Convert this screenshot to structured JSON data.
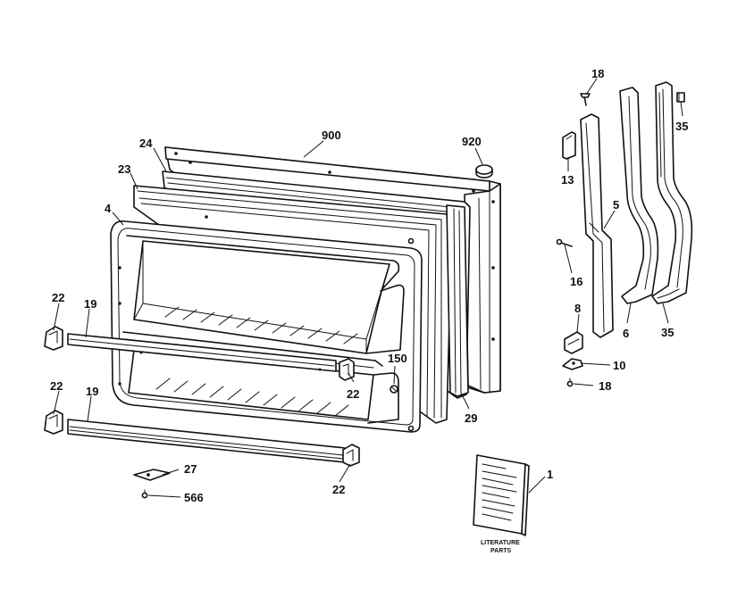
{
  "diagram": {
    "parts": [
      {
        "id": "p900",
        "label": "900",
        "name": "outer door panel"
      },
      {
        "id": "p920",
        "label": "920",
        "name": "plug button"
      },
      {
        "id": "p24",
        "label": "24",
        "name": "door gasket"
      },
      {
        "id": "p23",
        "label": "23",
        "name": "breaker strip"
      },
      {
        "id": "p4",
        "label": "4",
        "name": "inner door liner"
      },
      {
        "id": "p22a",
        "label": "22",
        "name": "shelf end cap upper left"
      },
      {
        "id": "p19a",
        "label": "19",
        "name": "shelf rail upper"
      },
      {
        "id": "p22b",
        "label": "22",
        "name": "shelf end cap upper right"
      },
      {
        "id": "p22c",
        "label": "22",
        "name": "shelf end cap lower left"
      },
      {
        "id": "p19b",
        "label": "19",
        "name": "shelf rail lower"
      },
      {
        "id": "p22d",
        "label": "22",
        "name": "shelf end cap lower right"
      },
      {
        "id": "p150",
        "label": "150",
        "name": "screw"
      },
      {
        "id": "p29",
        "label": "29",
        "name": "door frame"
      },
      {
        "id": "p27",
        "label": "27",
        "name": "plate"
      },
      {
        "id": "p566",
        "label": "566",
        "name": "screw"
      },
      {
        "id": "p18a",
        "label": "18",
        "name": "screw top"
      },
      {
        "id": "p13",
        "label": "13",
        "name": "cover"
      },
      {
        "id": "p5",
        "label": "5",
        "name": "handle trim"
      },
      {
        "id": "p16",
        "label": "16",
        "name": "screw"
      },
      {
        "id": "p8",
        "label": "8",
        "name": "bracket"
      },
      {
        "id": "p10",
        "label": "10",
        "name": "clip"
      },
      {
        "id": "p18b",
        "label": "18",
        "name": "screw bottom"
      },
      {
        "id": "p6",
        "label": "6",
        "name": "handle"
      },
      {
        "id": "p35a",
        "label": "35",
        "name": "handle trim right"
      },
      {
        "id": "p35b",
        "label": "35",
        "name": "cap"
      },
      {
        "id": "p1",
        "label": "1",
        "name": "literature"
      }
    ],
    "literature_caption": [
      "LITERATURE",
      "PARTS"
    ]
  }
}
